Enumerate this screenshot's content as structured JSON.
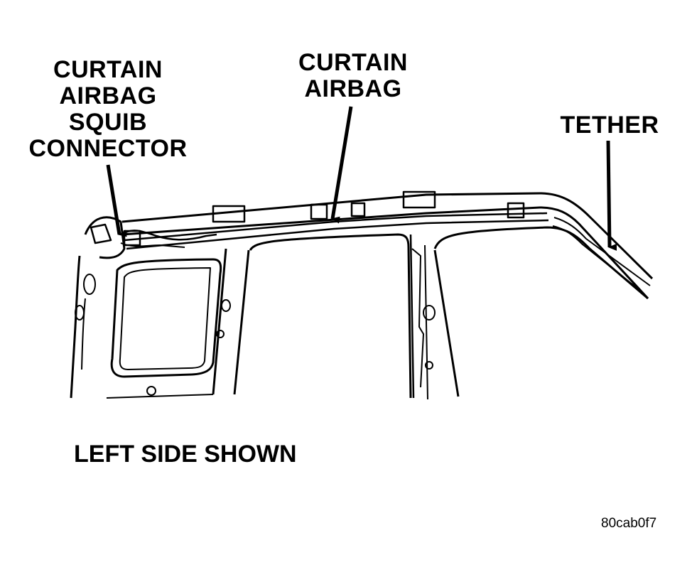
{
  "labels": {
    "squib_connector": [
      "CURTAIN",
      "AIRBAG",
      "SQUIB",
      "CONNECTOR"
    ],
    "curtain_airbag": [
      "CURTAIN",
      "AIRBAG"
    ],
    "tether": "TETHER"
  },
  "caption": "LEFT SIDE SHOWN",
  "figure_id": "80cab0f7",
  "colors": {
    "ink": "#000000",
    "paper": "#ffffff"
  }
}
